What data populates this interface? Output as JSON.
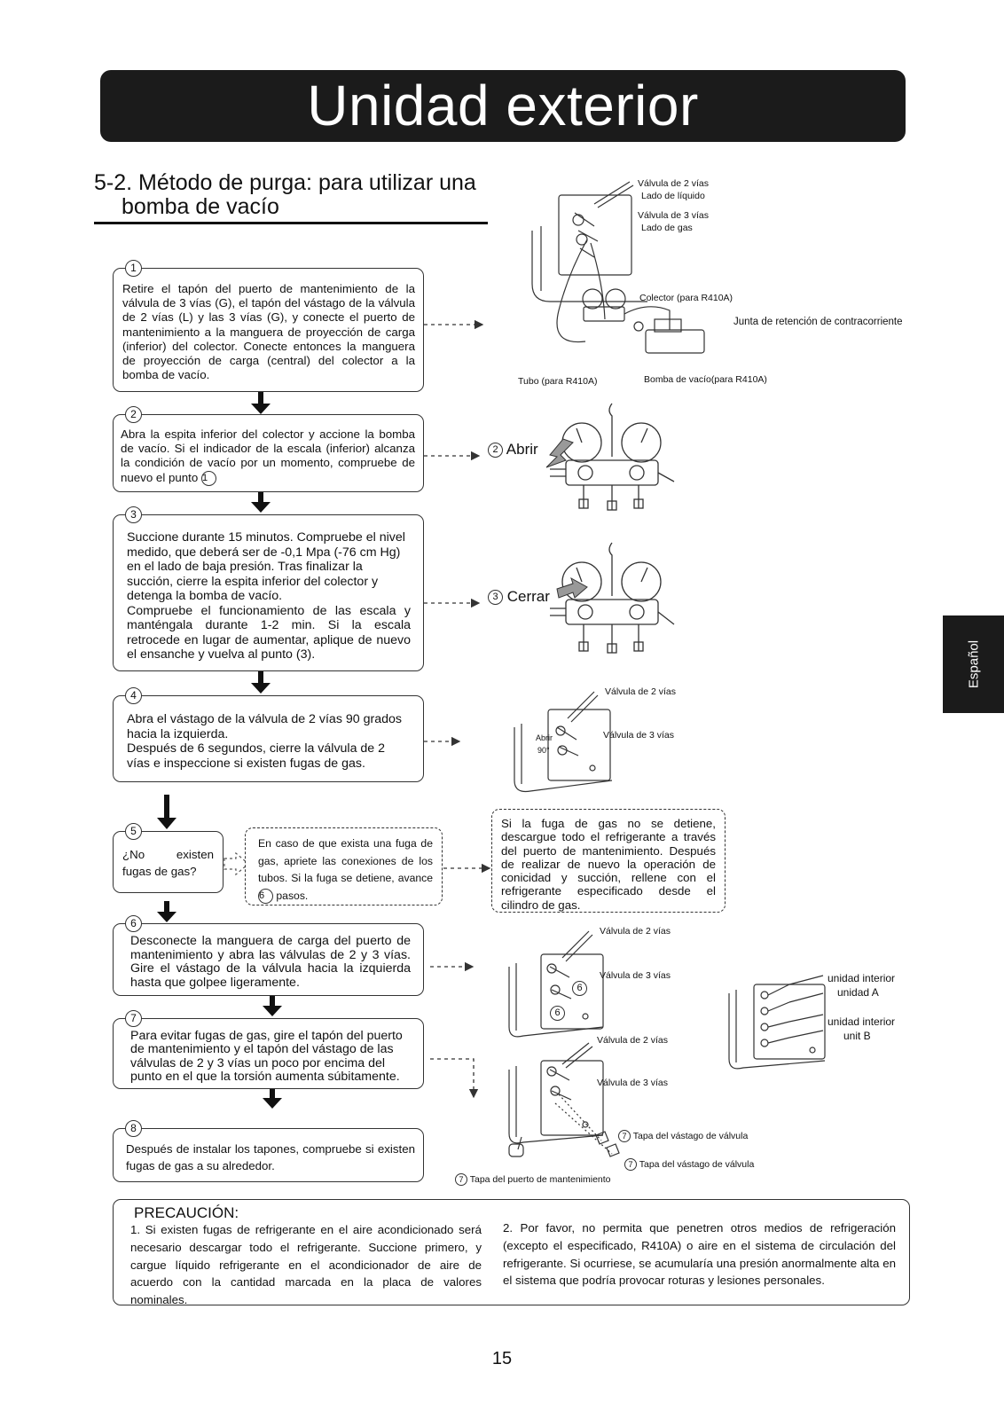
{
  "header": {
    "title": "Unidad exterior"
  },
  "section": {
    "title_line1": "5-2. Método de purga: para utilizar una",
    "title_line2": "bomba de vacío"
  },
  "side_tab": {
    "label": "Español"
  },
  "steps": [
    {
      "num": "1",
      "text": "Retire el tapón del puerto de mantenimiento de la válvula de 3 vías (G), el tapón del vástago de la válvula de 2 vías (L) y las 3 vías (G), y conecte el puerto de mantenimiento a la manguera de proyección de carga (inferior) del colector. Conecte entonces la manguera de proyección de carga (central) del colector a la bomba de vacío."
    },
    {
      "num": "2",
      "text": "Abra la espita inferior del colector y accione la bomba de vacío. Si el indicador de la escala (inferior) alcanza la condición de vacío por un momento, compruebe de nuevo el punto",
      "ref": "1"
    },
    {
      "num": "3",
      "text_a": "Succione durante 15 minutos. Compruebe el nivel medido, que deberá ser de -0,1 Mpa (-76 cm Hg) en el lado de baja presión. Tras finalizar la succión, cierre la espita inferior del colector y detenga la bomba de vacío.",
      "text_b": "Compruebe el funcionamiento de las escala y manténgala durante 1-2 min. Si la escala retrocede en lugar de aumentar, aplique de nuevo el ensanche y vuelva al punto (3)."
    },
    {
      "num": "4",
      "text_a": "Abra el vástago de la válvula de 2 vías 90 grados hacia la izquierda.",
      "text_b": "Después de 6 segundos, cierre la válvula de 2 vías e inspeccione si existen fugas de gas."
    },
    {
      "num": "5",
      "text": "¿No existen fugas de gas?"
    },
    {
      "num": "6",
      "text": "Desconecte la manguera de carga del puerto de mantenimiento y abra las válvulas de 2 y 3 vías. Gire el vástago de la válvula hacia la izquierda hasta que golpee ligeramente."
    },
    {
      "num": "7",
      "text": "Para evitar fugas de gas, gire el tapón del puerto de mantenimiento y el tapón del vástago de las válvulas de 2 y 3 vías un poco por encima del punto en el que la torsión aumenta súbitamente."
    },
    {
      "num": "8",
      "text": "Después de instalar los tapones, compruebe si existen fugas de gas a su alrededor."
    }
  ],
  "leak_note": {
    "text": "En caso de que exista una fuga de gas, apriete las conexiones de los tubos. Si la fuga se detiene, avance",
    "ref": "6",
    "text_end": "pasos."
  },
  "leak_note2": {
    "text": "Si la fuga de gas no se detiene, descargue todo el refrigerante a través del puerto de mantenimiento. Después de realizar de nuevo la operación de conicidad y succión, rellene con el refrigerante especificado desde el cilindro de gas."
  },
  "diagram_labels": {
    "d1": {
      "valve2": "Válvula de 2 vías",
      "valve2_side": "Lado de líquido",
      "valve3": "Válvula de 3 vías",
      "valve3_side": "Lado de gas",
      "manifold": "Colector (para R410A)",
      "check_joint": "Junta de retención de contracorriente",
      "tube": "Tubo (para R410A)",
      "pump": "Bomba de vacío(para R410A)"
    },
    "d2": {
      "num": "2",
      "label": "Abrir"
    },
    "d3": {
      "num": "3",
      "label": "Cerrar"
    },
    "d4": {
      "valve2": "Válvula de 2 vías",
      "valve3": "Válvula de 3 vías",
      "open": "Abrir",
      "angle": "90°"
    },
    "d6": {
      "valve2": "Válvula de 2 vías",
      "valve3": "Válvula de 3 vías",
      "num": "6"
    },
    "d6b": {
      "unit_a_1": "unidad interior",
      "unit_a_2": "unidad A",
      "unit_b_1": "unidad interior",
      "unit_b_2": "unit B"
    },
    "d7": {
      "valve2": "Válvula de 2 vías",
      "valve3": "Válvula de 3 vías",
      "num": "7",
      "cap_stem_1": "Tapa del vástago de válvula",
      "cap_stem_2": "Tapa del vástago de válvula",
      "cap_port": "Tapa del puerto de mantenimiento"
    }
  },
  "caution": {
    "title": "PRECAUCIÓN:",
    "item1": "1. Si existen fugas de refrigerante en el aire acondicionado será necesario descargar todo el refrigerante. Succione primero, y cargue líquido refrigerante en el acondicionador de aire de acuerdo con la cantidad marcada en la placa de valores nominales.",
    "item2": "2. Por favor, no permita que penetren otros medios de refrigeración (excepto el especificado, R410A) o aire en el sistema de circulación del refrigerante. Si ocurriese, se acumularía una presión anormalmente alta en el sistema que podría provocar roturas y lesiones personales."
  },
  "footer": {
    "page": "15"
  }
}
